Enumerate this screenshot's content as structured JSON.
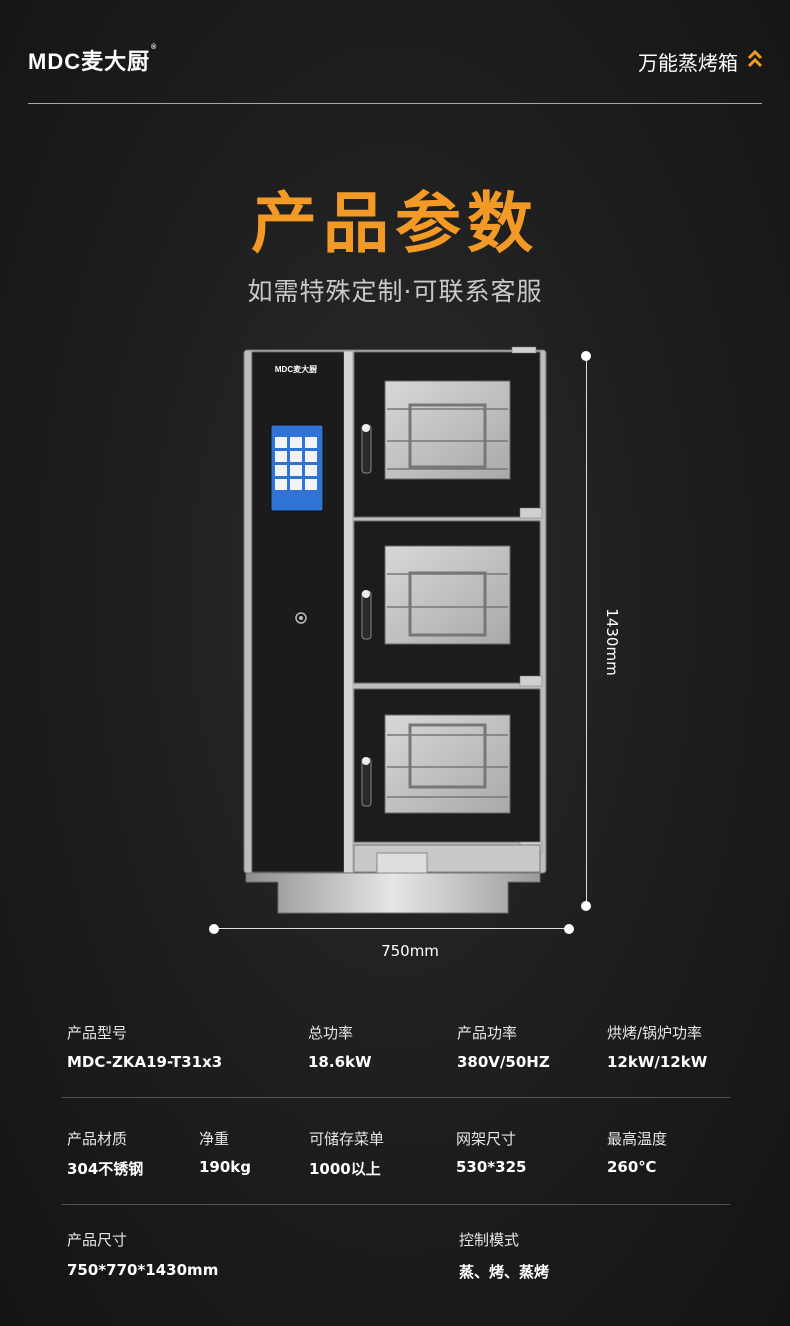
{
  "header": {
    "brand": "MDC麦大厨",
    "product_name": "万能蒸烤箱",
    "chevron_icon": "double-chevron-up-icon",
    "accent_color": "#f39a26"
  },
  "title": "产品参数",
  "subtitle": "如需特殊定制·可联系客服",
  "appliance": {
    "panel_logo": "MDC麦大厨",
    "width_label": "750mm",
    "height_label": "1430mm"
  },
  "specs": {
    "row1": [
      {
        "label": "产品型号",
        "value": "MDC-ZKA19-T31x3"
      },
      {
        "label": "总功率",
        "value": "18.6kW"
      },
      {
        "label": "产品功率",
        "value": "380V/50HZ"
      },
      {
        "label": "烘烤/锅炉功率",
        "value": "12kW/12kW"
      }
    ],
    "row2": [
      {
        "label": "产品材质",
        "value": "304不锈钢"
      },
      {
        "label": "净重",
        "value": "190kg"
      },
      {
        "label": "可储存菜单",
        "value": "1000以上"
      },
      {
        "label": "网架尺寸",
        "value": "530*325"
      },
      {
        "label": "最高温度",
        "value": "260℃"
      }
    ],
    "row3": [
      {
        "label": "产品尺寸",
        "value": "750*770*1430mm"
      },
      {
        "label": "控制模式",
        "value": "蒸、烤、蒸烤"
      }
    ]
  }
}
